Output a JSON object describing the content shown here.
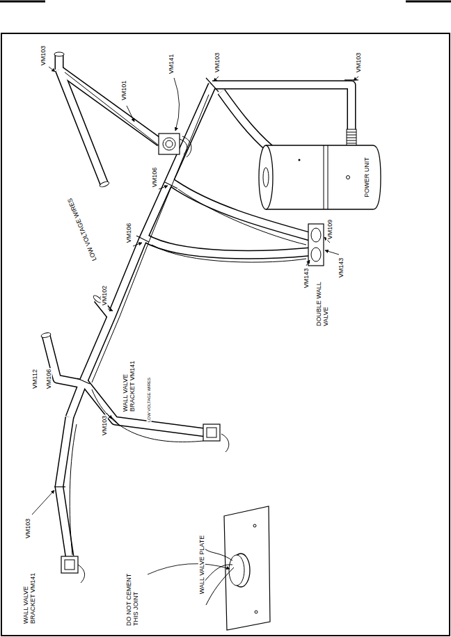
{
  "diagram": {
    "nodes": [
      {
        "text": [
          "POWER UNIT"
        ]
      }
    ],
    "labels": [
      "VM103",
      "VM101",
      "VM141",
      "VM103",
      "VM103",
      "VM106",
      "LOW VOLTAGE WIRES",
      "VM106",
      "VM102",
      "VM143",
      "VM109",
      "VM143",
      "DOUBLE WALL VALVE",
      "VM112",
      "VM106",
      "WALL VALVE BRACKET VM141",
      "LOW VOLTAGE WIRES",
      "VM103",
      "VM103",
      "WALL VALVE BRACKET VM141",
      "WALL VALVE PLATE",
      "DO NOT CEMENT THIS JOINT"
    ]
  }
}
